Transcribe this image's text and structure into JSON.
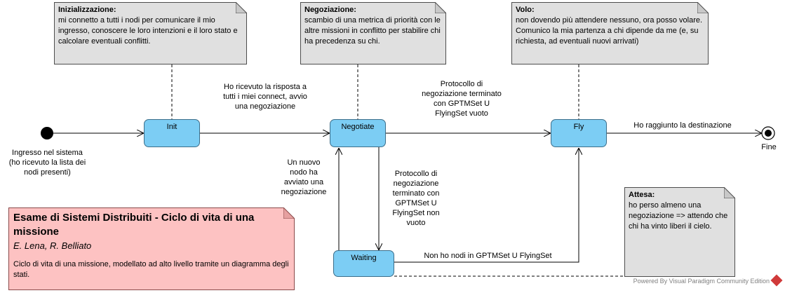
{
  "notes": {
    "init": {
      "title": "Inizializzazione:",
      "text": "mi connetto a tutti i nodi per comunicare il mio ingresso, conoscere le loro intenzioni e il loro stato e calcolare eventuali conflitti."
    },
    "negotiate": {
      "title": "Negoziazione:",
      "text": "scambio di una metrica di priorità con le altre missioni in conflitto per stabilire chi ha precedenza su chi."
    },
    "fly": {
      "title": "Volo:",
      "text": "non dovendo più attendere nessuno, ora posso volare. Comunico la mia partenza a chi dipende da me (e, su richiesta, ad eventuali nuovi arrivati)"
    },
    "waiting": {
      "title": "Attesa:",
      "text": "ho perso almeno una negoziazione => attendo che chi ha vinto liberi il cielo."
    }
  },
  "states": {
    "init": "Init",
    "negotiate": "Negotiate",
    "fly": "Fly",
    "waiting": "Waiting"
  },
  "start_label": "Ingresso nel sistema (ho ricevuto la lista dei nodi presenti)",
  "end_label": "Fine",
  "transitions": {
    "init_to_negotiate": "Ho ricevuto la risposta a tutti i miei connect, avvio una negoziazione",
    "negotiate_to_fly": "Protocollo di negoziazione terminato con GPTMSet U FlyingSet vuoto",
    "fly_to_end": "Ho raggiunto la destinazione",
    "negotiate_to_waiting": "Protocollo di negoziazione terminato con GPTMSet U FlyingSet non vuoto",
    "waiting_to_negotiate": "Un nuovo nodo ha avviato una negoziazione",
    "waiting_to_fly": "Non ho nodi in GPTMSet U FlyingSet"
  },
  "info": {
    "title": "Esame di Sistemi Distribuiti - Ciclo di vita di una missione",
    "authors": "E. Lena, R. Belliato",
    "description": "Ciclo di vita di una missione, modellato ad alto livello tramite un diagramma degli stati."
  },
  "footer": "Powered By  Visual Paradigm Community Edition"
}
